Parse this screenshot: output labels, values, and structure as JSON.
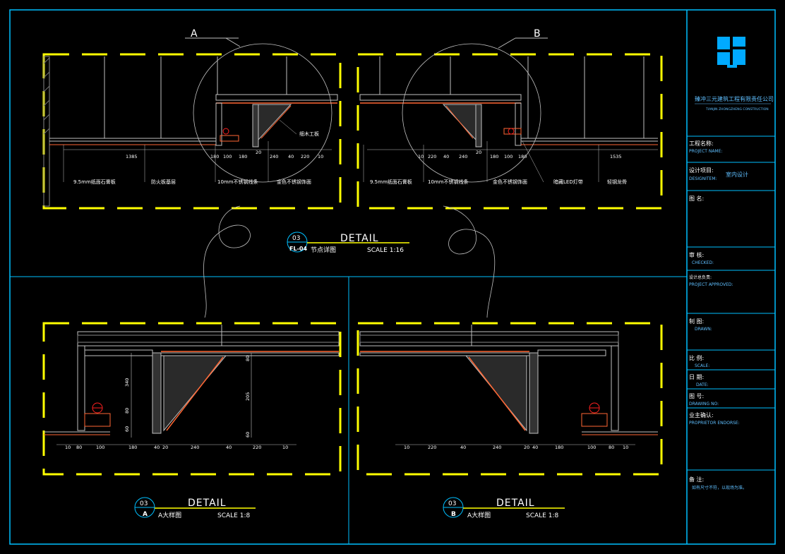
{
  "drawing": {
    "top_detail": {
      "callout_a": "A",
      "callout_b": "B",
      "bubble_num": "03",
      "bubble_ref": "FL-04",
      "title": "DETAIL",
      "subtitle": "节点详图",
      "scale": "SCALE 1:16",
      "left_labels": [
        "9.5mm纸面石膏板",
        "防火板基层",
        "10mm不锈钢线条",
        "金色不锈钢饰面",
        "细木工板"
      ],
      "left_dims": [
        "1385",
        "180",
        "100",
        "180",
        "20",
        "240",
        "40",
        "220",
        "10"
      ],
      "right_labels": [
        "9.5mm纸面石膏板",
        "10mm不锈钢线条",
        "金色不锈钢饰面",
        "暗藏LED灯带",
        "轻钢龙骨"
      ],
      "right_dims": [
        "10",
        "220",
        "40",
        "240",
        "20",
        "180",
        "100",
        "180",
        "1535"
      ]
    },
    "detail_a": {
      "bubble_num": "03",
      "bubble_ref": "A",
      "title": "DETAIL",
      "subtitle": "A大样图",
      "scale": "SCALE 1:8",
      "dims": [
        "10",
        "80",
        "100",
        "180",
        "40",
        "20",
        "240",
        "40",
        "220",
        "10"
      ],
      "vdims": [
        "340",
        "80",
        "60",
        "80",
        "205",
        "60"
      ]
    },
    "detail_b": {
      "bubble_num": "03",
      "bubble_ref": "B",
      "title": "DETAIL",
      "subtitle": "A大样图",
      "scale": "SCALE 1:8",
      "dims": [
        "10",
        "220",
        "40",
        "240",
        "20",
        "40",
        "180",
        "100",
        "80",
        "10"
      ]
    }
  },
  "title_block": {
    "company_cn": "臻冲三元建筑工程有限责任公司",
    "company_en": "TIANJIN ZHONGZHENG CONSTRUCTION",
    "project_name_cn": "工程名称:",
    "project_name_en": "PROJECT NAME:",
    "design_item_cn": "设计项目:",
    "design_item_en": "DESIGNITEM:",
    "design_item_value": "室内设计",
    "drawing_name_cn": "图 名:",
    "checked_cn": "审    核:",
    "checked_en": "CHECKED:",
    "approved_cn": "设计总负责:",
    "approved_en": "PROJECT APPROVED:",
    "drawn_cn": "制    图:",
    "drawn_en": "DRAWN:",
    "scale_cn": "比    例:",
    "scale_en": "SCALE:",
    "date_cn": "日    期:",
    "date_en": "DATE:",
    "drawing_no_cn": "图    号:",
    "drawing_no_en": "DRAWING NO:",
    "endorse_cn": "业主确认:",
    "endorse_en": "PROPRIETOR ENDORSE:",
    "note_cn": "备  注:",
    "note_text": "如有尺寸不符，以现场为准。"
  },
  "colors": {
    "frame": "#00bfff",
    "outline": "#ffff00",
    "detail": "#c0c0c0",
    "finish": "#ff6633",
    "led": "#ff2020"
  }
}
